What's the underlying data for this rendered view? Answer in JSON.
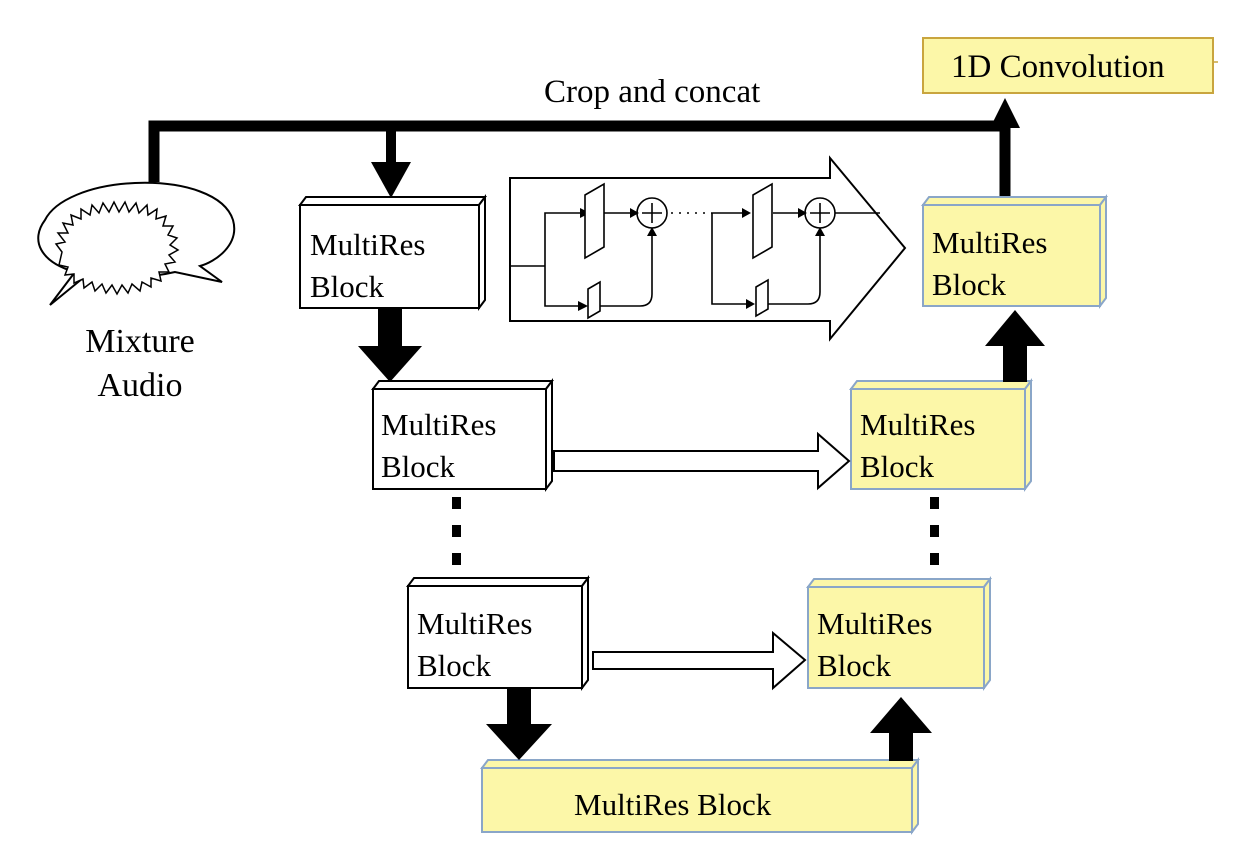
{
  "figure": {
    "crop_label": "Crop and concat",
    "output_label": "1D Convolution",
    "input_label_line1": "Mixture",
    "input_label_line2": "Audio",
    "encoder": [
      {
        "line1": "MultiRes",
        "line2": "Block"
      },
      {
        "line1": "MultiRes",
        "line2": "Block"
      },
      {
        "line1": "MultiRes",
        "line2": "Block"
      }
    ],
    "decoder": [
      {
        "line1": "MultiRes",
        "line2": "Block"
      },
      {
        "line1": "MultiRes",
        "line2": "Block"
      },
      {
        "line1": "MultiRes",
        "line2": "Block"
      }
    ],
    "bottleneck_label": "MultiRes Block",
    "colors": {
      "decoder_fill": "#fcf7a8",
      "decoder_border": "#8aa6c8",
      "encoder_fill": "#ffffff",
      "line": "#000000"
    }
  }
}
